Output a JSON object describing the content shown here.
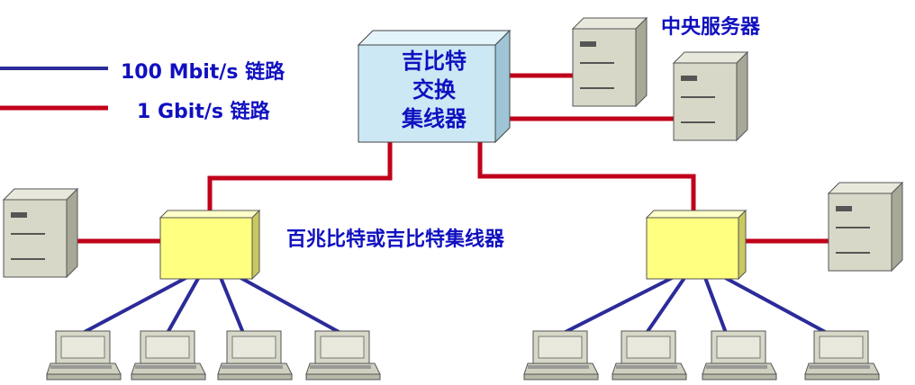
{
  "colors": {
    "link_100m": "#2b2b9a",
    "link_1g": "#c0001a",
    "label_blue": "#1010c0",
    "switch_fill": "#cce8f5",
    "hub_fill": "#ffff80",
    "device_fill": "#d8d8c8"
  },
  "legend": {
    "line1": {
      "label": "100 Mbit/s 链路"
    },
    "line2": {
      "label": "1 Gbit/s 链路"
    }
  },
  "switch": {
    "lines": [
      "吉比特",
      "交换",
      "集线器"
    ]
  },
  "servers": {
    "label": "中央服务器"
  },
  "hubs": {
    "label": "百兆比特或吉比特集线器"
  },
  "icons": [
    "server-icon",
    "hub-box",
    "switch-box",
    "workstation-icon"
  ]
}
